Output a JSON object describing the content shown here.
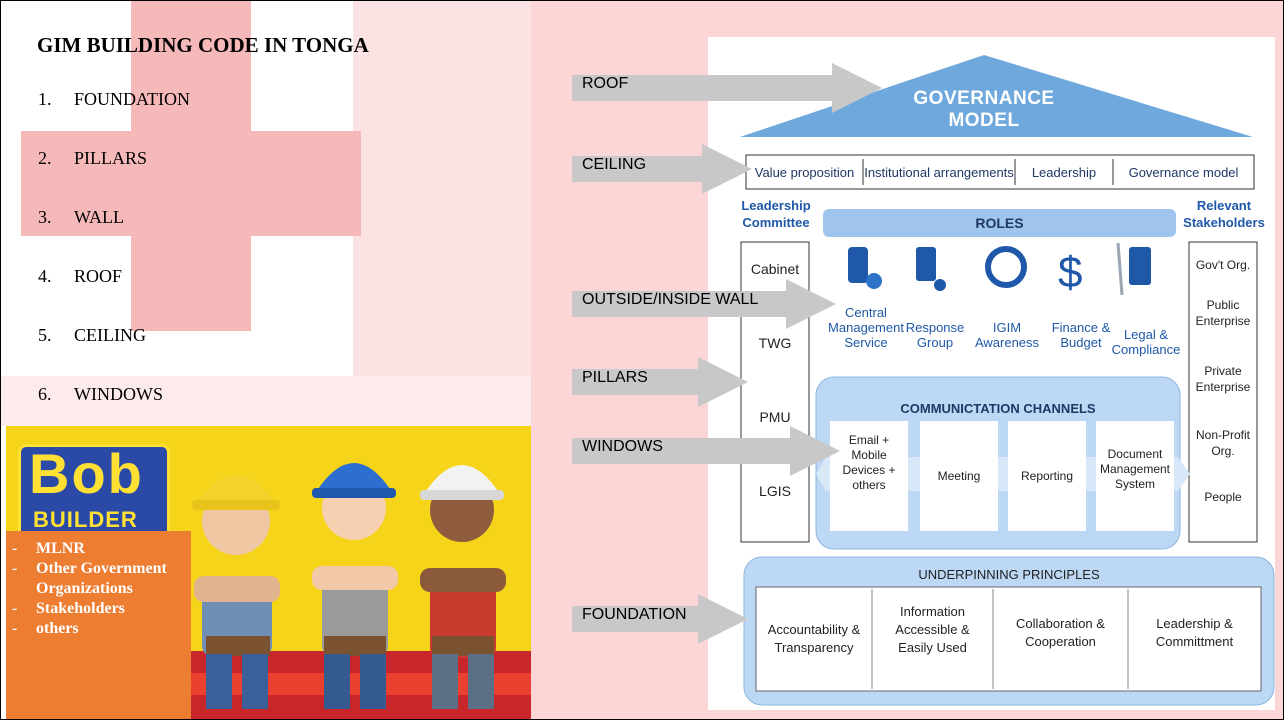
{
  "slide": {
    "title": "GIM BUILDING CODE IN TONGA",
    "list": [
      {
        "num": "1.",
        "label": "FOUNDATION"
      },
      {
        "num": "2.",
        "label": "PILLARS"
      },
      {
        "num": "3.",
        "label": "WALL"
      },
      {
        "num": "4.",
        "label": "ROOF"
      },
      {
        "num": "5.",
        "label": "CEILING"
      },
      {
        "num": "6.",
        "label": "WINDOWS"
      }
    ],
    "builder_logo": {
      "big": "Bob",
      "small": "BUILDER"
    },
    "org_list": [
      "MLNR",
      "Other Government Organizations",
      "Stakeholders",
      "others"
    ]
  },
  "arrows": {
    "roof": "ROOF",
    "ceiling": "CEILING",
    "wall": "OUTSIDE/INSIDE WALL",
    "pillars": "PILLARS",
    "windows": "WINDOWS",
    "foundation": "FOUNDATION"
  },
  "diagram": {
    "title": "GOVERNANCE MODEL",
    "ceiling_items": [
      "Value proposition",
      "Institutional arrangements",
      "Leadership",
      "Governance model"
    ],
    "left_header": [
      "Leadership",
      "Committee"
    ],
    "left_items": [
      "Cabinet",
      "TWG",
      "PMU",
      "LGIS"
    ],
    "right_header": [
      "Relevant",
      "Stakeholders"
    ],
    "right_items": [
      [
        "Gov't Org."
      ],
      [
        "Public",
        "Enterprise"
      ],
      [
        "Private",
        "Enterprise"
      ],
      [
        "Non-Profit",
        "Org."
      ],
      [
        "People"
      ]
    ],
    "roles_title": "ROLES",
    "roles": [
      {
        "icon": "database-gear-icon",
        "label": [
          "Central",
          "Management",
          "Service"
        ]
      },
      {
        "icon": "phone-people-icon",
        "label": [
          "Response",
          "Group"
        ]
      },
      {
        "icon": "cycle-arrows-icon",
        "label": [
          "IGIM",
          "Awareness"
        ]
      },
      {
        "icon": "dollar-icon",
        "label": [
          "Finance &",
          "Budget"
        ]
      },
      {
        "icon": "certificate-icon",
        "label": [
          "Legal &",
          "Compliance"
        ]
      }
    ],
    "channels_title": "COMMUNICTATION CHANNELS",
    "channels": [
      [
        "Email +",
        "Mobile",
        "Devices +",
        "others"
      ],
      [
        "Meeting"
      ],
      [
        "Reporting"
      ],
      [
        "Document",
        "Management",
        "System"
      ]
    ],
    "principles_title": "UNDERPINNING PRINCIPLES",
    "principles": [
      [
        "Accountability &",
        "Transparency"
      ],
      [
        "Information",
        "Accessible &",
        "Easily Used"
      ],
      [
        "Collaboration &",
        "Cooperation"
      ],
      [
        "Leadership &",
        "Committment"
      ]
    ],
    "colors": {
      "roof": "#6fa8dc",
      "band": "#9fc5ee",
      "panel": "#bcd8f5",
      "text": "#1f3864",
      "orange": "#ed7d31"
    }
  }
}
